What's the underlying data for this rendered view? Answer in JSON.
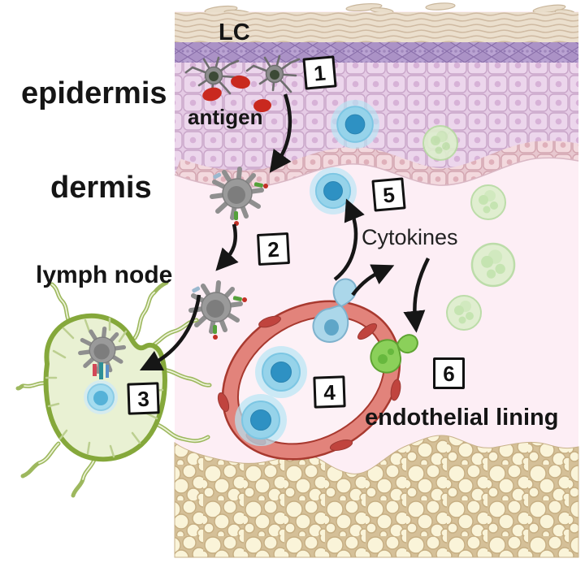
{
  "labels": {
    "lc": "LC",
    "epidermis": "epidermis",
    "antigen": "antigen",
    "dermis": "dermis",
    "lymph_node": "lymph node",
    "cytokines": "Cytokines",
    "endothelial_lining": "endothelial lining"
  },
  "step_numbers": [
    "1",
    "2",
    "3",
    "4",
    "5",
    "6"
  ],
  "colors": {
    "stratum_corneum": "#ebdfcd",
    "granular_layer_purple": "#ab92c6",
    "epidermis_cell": "#ecd6ec",
    "basal_cell": "#f3d9de",
    "dermis_background": "#fdeef5",
    "adipose_bubble": "#faf4d9",
    "adipose_background": "#d5c098",
    "vessel_wall": "#e2837b",
    "vessel_outline": "#a8392f",
    "endothelial_nucleus": "#c0443e",
    "t_cell": "#96d3ea",
    "t_cell_nucleus": "#2e91c3",
    "t_cell_glow": "#b7e5f5",
    "pale_green_cell": "#ddefcd",
    "green_extravasating_cell": "#8bd05a",
    "dendritic_cell": "#9a9a9a",
    "antigen_particle": "#c9291f",
    "lymph_node_fill": "#e9f1d3",
    "lymph_node_border": "#85a83b",
    "arrow": "#161616",
    "label_text": "#151515"
  }
}
